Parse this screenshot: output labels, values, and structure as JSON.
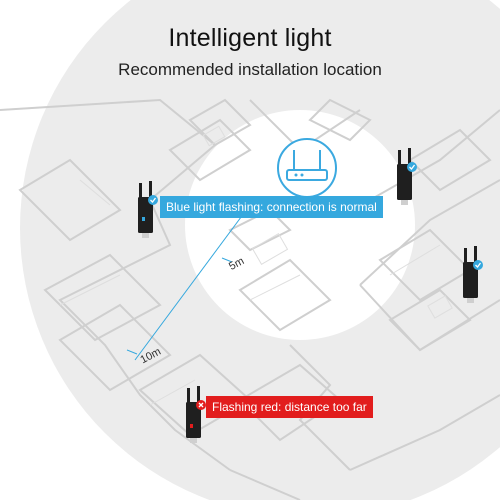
{
  "header": {
    "title": "Intelligent light",
    "subtitle": "Recommended installation location"
  },
  "callouts": {
    "blue": "Blue light flashing: connection is normal",
    "red": "Flashing red: distance too far"
  },
  "distances": {
    "near": "5m",
    "far": "10m"
  },
  "colors": {
    "accent_blue": "#35a8de",
    "alert_red": "#e21d1d",
    "router_blue": "#3ba9e0",
    "range_circle": "#ececec",
    "device_body": "#1f1f1f"
  },
  "icons": {
    "router": "router-icon",
    "extender": "wifi-extender-icon",
    "status_ok": "check-badge-icon",
    "status_error": "x-badge-icon"
  }
}
